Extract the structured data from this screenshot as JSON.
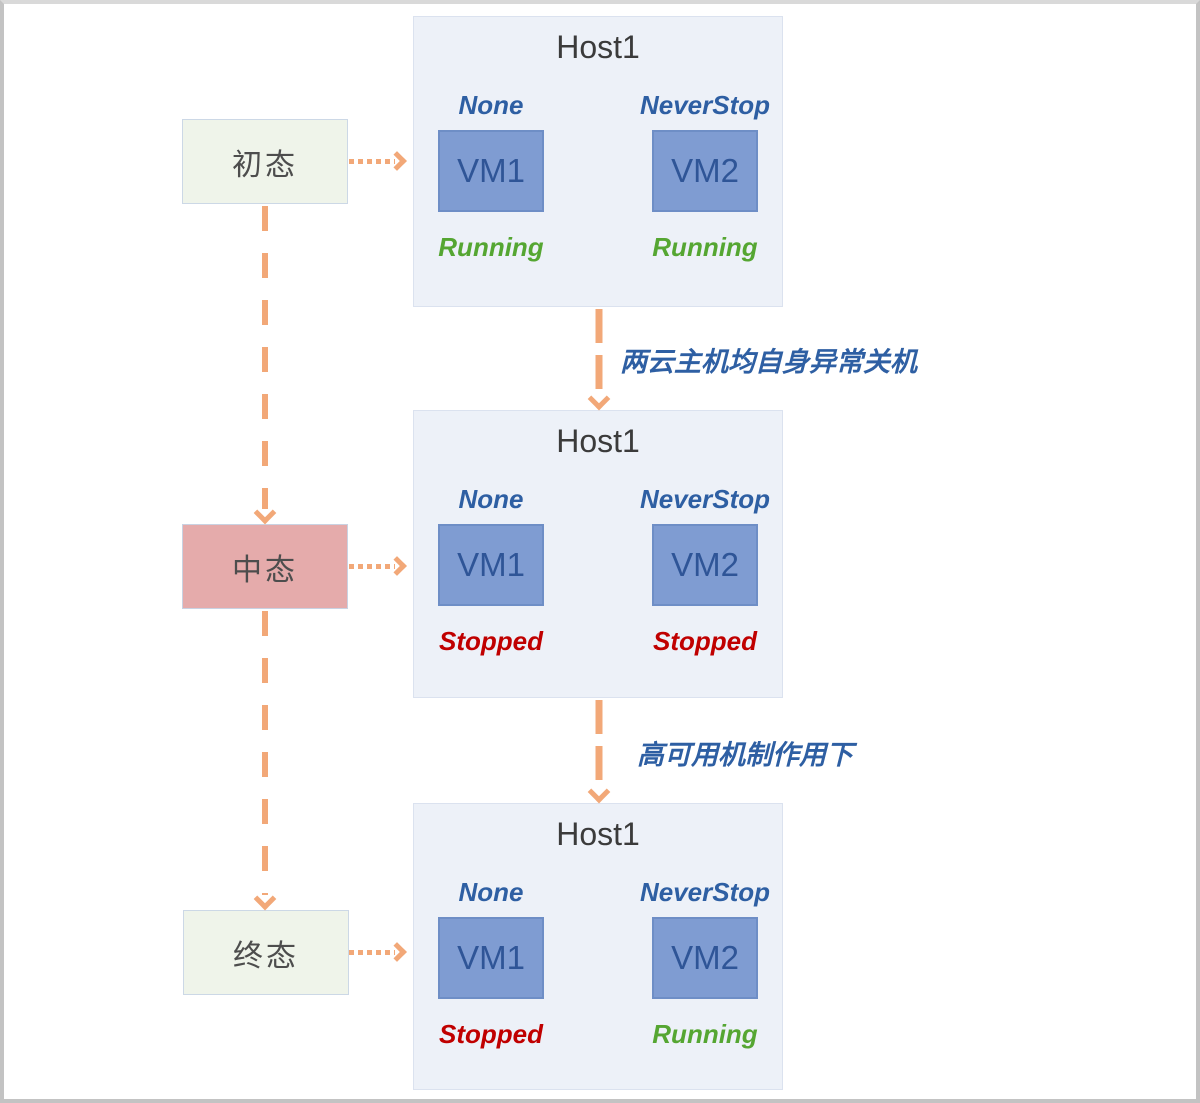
{
  "diagram": {
    "states": [
      {
        "label": "初态",
        "variant": "green"
      },
      {
        "label": "中态",
        "variant": "pink"
      },
      {
        "label": "终态",
        "variant": "green"
      }
    ],
    "transitions": [
      {
        "label": "两云主机均自身异常关机"
      },
      {
        "label": "高可用机制作用下"
      }
    ],
    "hosts": [
      {
        "title": "Host1",
        "vms": [
          {
            "policy": "None",
            "name": "VM1",
            "status": "Running",
            "status_color": "green"
          },
          {
            "policy": "NeverStop",
            "name": "VM2",
            "status": "Running",
            "status_color": "green"
          }
        ]
      },
      {
        "title": "Host1",
        "vms": [
          {
            "policy": "None",
            "name": "VM1",
            "status": "Stopped",
            "status_color": "red"
          },
          {
            "policy": "NeverStop",
            "name": "VM2",
            "status": "Stopped",
            "status_color": "red"
          }
        ]
      },
      {
        "title": "Host1",
        "vms": [
          {
            "policy": "None",
            "name": "VM1",
            "status": "Stopped",
            "status_color": "red"
          },
          {
            "policy": "NeverStop",
            "name": "VM2",
            "status": "Running",
            "status_color": "green"
          }
        ]
      }
    ],
    "colors": {
      "arrow_orange": "#F2A878",
      "running_green": "#55A632",
      "stopped_red": "#C00000",
      "policy_blue": "#2E5FA3",
      "vm_fill_blue": "#7F9CD2",
      "vm_text_blue": "#2F5597",
      "host_bg": "#EDF1F8",
      "state_green_bg": "#EFF4EA",
      "state_pink_bg": "#E5ABAB",
      "frame_gray": "#C3C3C3"
    }
  }
}
